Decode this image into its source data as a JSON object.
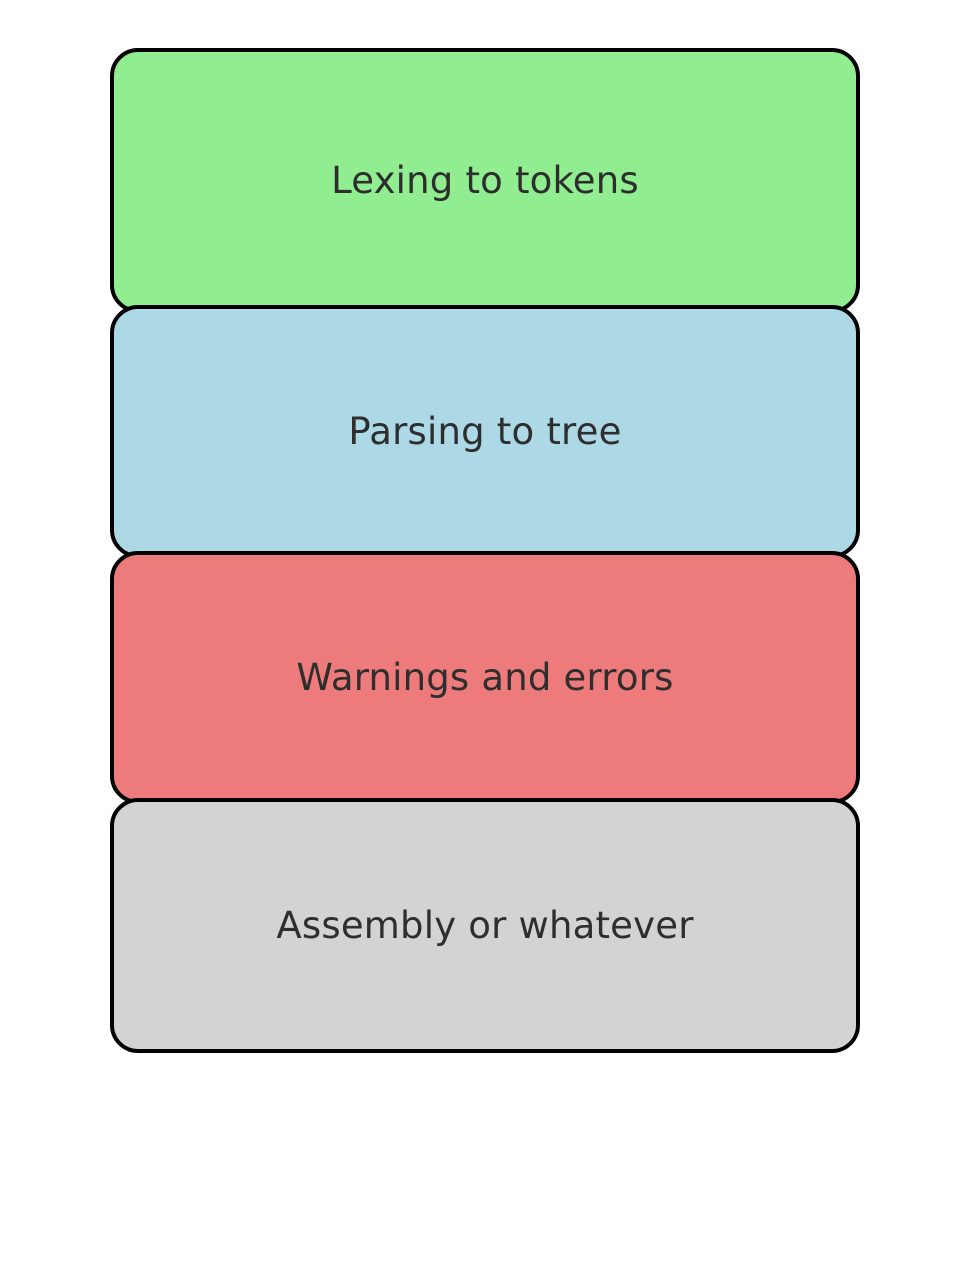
{
  "diagram": {
    "type": "stacked-rounded-boxes",
    "background_color": "#ffffff",
    "border_color": "#000000",
    "text_color": "#2e2e2e",
    "stages": [
      {
        "id": "lexing",
        "label": "Lexing to tokens",
        "fill_color": "#90ee90",
        "color_name": "lightgreen"
      },
      {
        "id": "parsing",
        "label": "Parsing to tree",
        "fill_color": "#add8e6",
        "color_name": "lightblue"
      },
      {
        "id": "warnings",
        "label": "Warnings and errors",
        "fill_color": "#ee7b7b",
        "color_name": "lightcoral"
      },
      {
        "id": "assembly",
        "label": "Assembly or whatever",
        "fill_color": "#d3d3d3",
        "color_name": "lightgray"
      }
    ]
  }
}
